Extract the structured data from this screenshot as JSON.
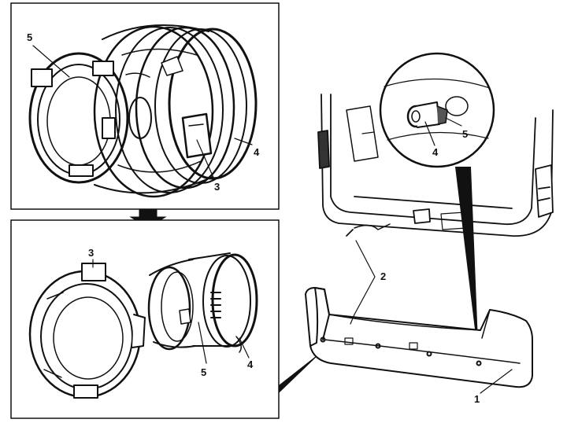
{
  "diagram": {
    "callouts": {
      "top_panel": {
        "c5": "5",
        "c4": "4",
        "c3": "3"
      },
      "bottom_panel": {
        "c3": "3",
        "c5": "5",
        "c4": "4"
      },
      "vehicle": {
        "c4": "4",
        "c5": "5",
        "c2": "2",
        "c1": "1"
      }
    },
    "transition_arrow": "arrow-down-icon"
  }
}
